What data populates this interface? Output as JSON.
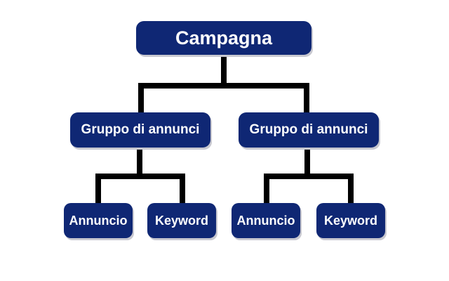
{
  "diagram": {
    "root": {
      "label": "Campagna"
    },
    "groups": [
      {
        "label": "Gruppo di annunci",
        "children": [
          {
            "label": "Annuncio"
          },
          {
            "label": "Keyword"
          }
        ]
      },
      {
        "label": "Gruppo di annunci",
        "children": [
          {
            "label": "Annuncio"
          },
          {
            "label": "Keyword"
          }
        ]
      }
    ]
  },
  "colors": {
    "node_fill": "#0f2774",
    "node_text": "#ffffff",
    "connector": "#000000"
  }
}
